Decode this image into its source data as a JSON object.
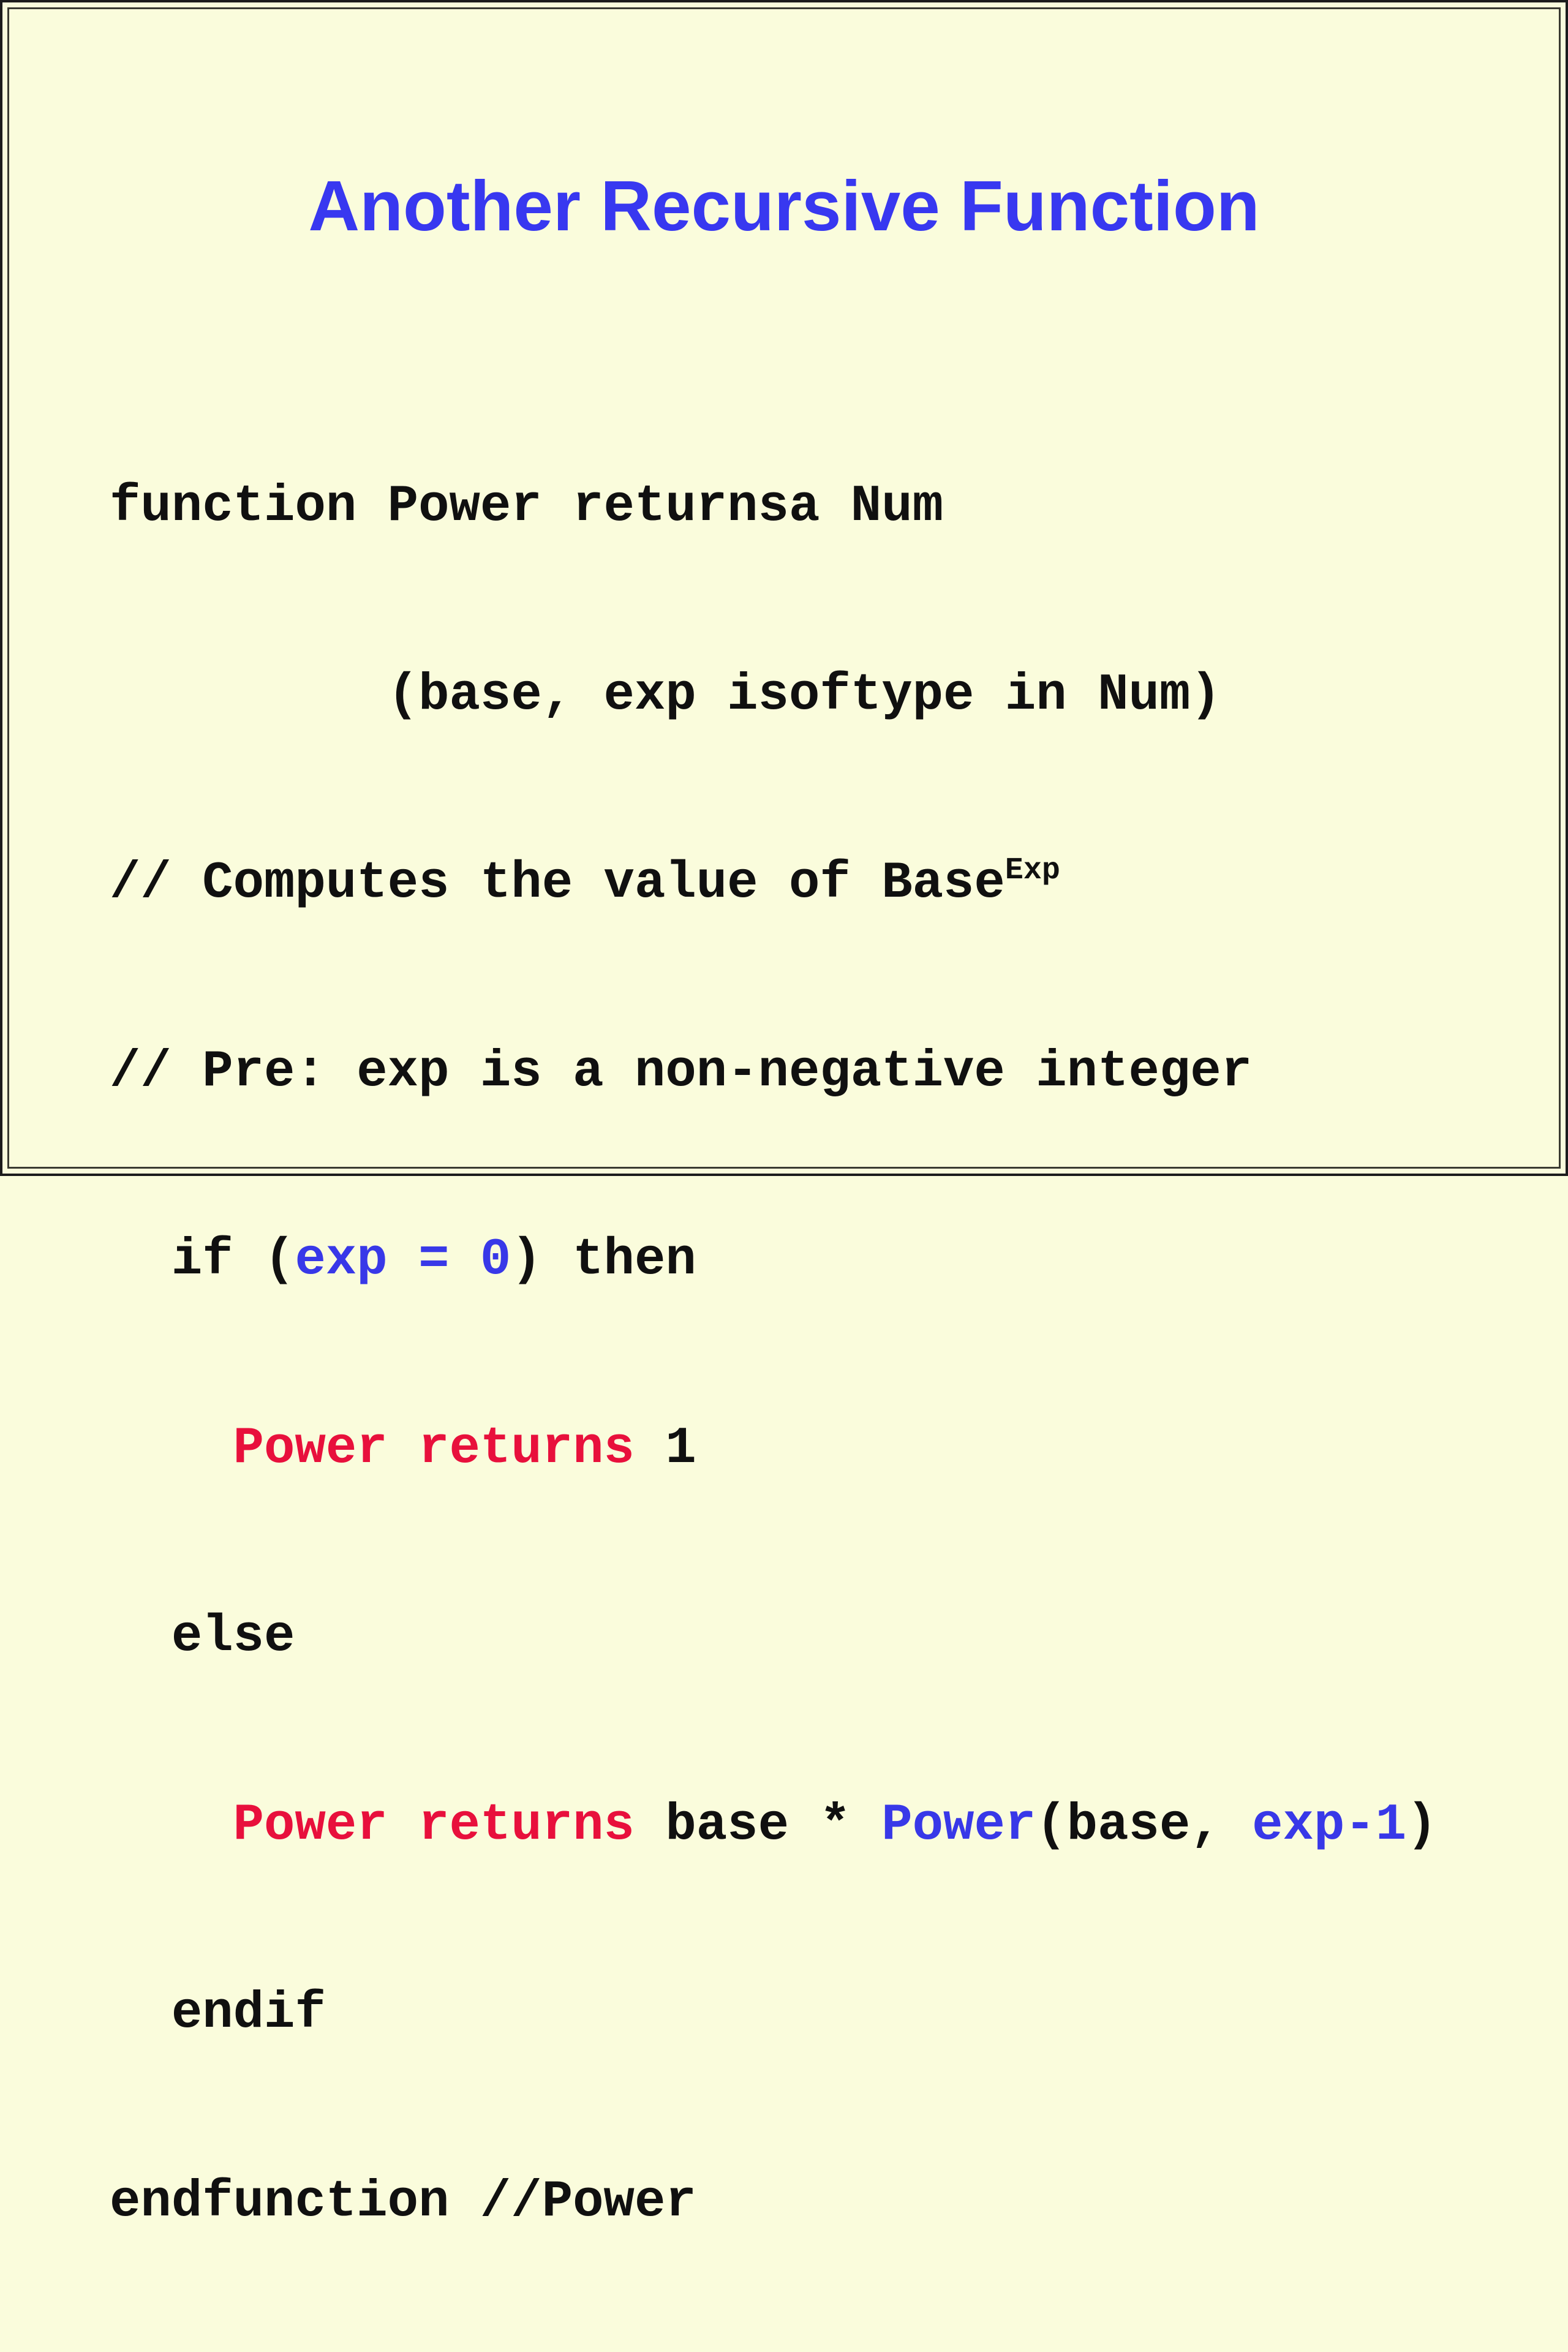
{
  "slide": {
    "title": "Another Recursive Function",
    "code": {
      "l1_a": "function Power returnsa Num",
      "l2_a": "(base, exp isoftype in Num)",
      "l3_a": "// Computes the value of Base",
      "l3_sup": "Exp",
      "l4_a": "// Pre: exp is a non-negative integer",
      "l5_a": "if (",
      "l5_b": "exp = 0",
      "l5_c": ") then",
      "l6_a": "Power returns",
      "l6_b": " 1",
      "l7_a": "else",
      "l8_a": "Power returns",
      "l8_b": " base * ",
      "l8_c": "Power",
      "l8_d": "(base, ",
      "l8_e": "exp-1",
      "l8_f": ")",
      "l9_a": "endif",
      "l10_a": "endfunction //Power"
    },
    "colors": {
      "background": "#fafcdc",
      "title": "#3838f0",
      "keyword_red": "#e8103c",
      "keyword_blue": "#3838e8",
      "text": "#101010"
    }
  }
}
